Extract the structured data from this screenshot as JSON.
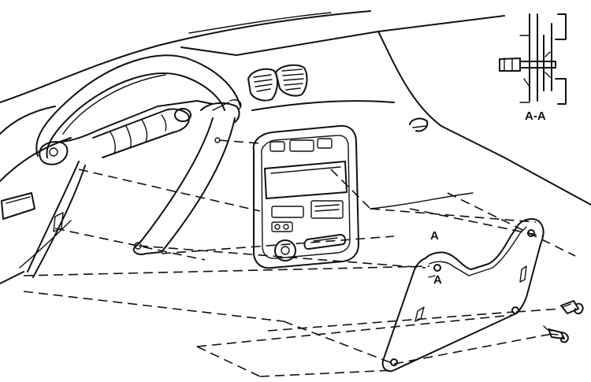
{
  "labels": {
    "section_mark_upper": "A",
    "section_mark_lower": "A",
    "section_view_caption": "A-A"
  },
  "colors": {
    "ink": "#111111",
    "paper": "#ffffff"
  }
}
